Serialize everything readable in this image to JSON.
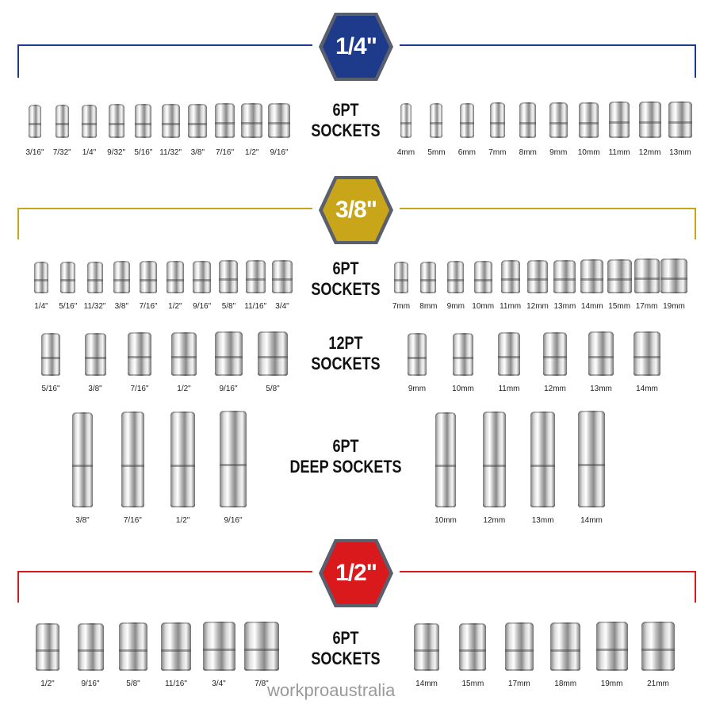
{
  "sections": [
    {
      "drive": "1/4\"",
      "color": "#1e3a8a",
      "groups": [
        {
          "label": "6PT\nSOCKETS",
          "left": [
            "3/16\"",
            "7/32\"",
            "1/4\"",
            "9/32\"",
            "5/16\"",
            "11/32\"",
            "3/8\"",
            "7/16\"",
            "1/2\"",
            "9/16\""
          ],
          "right": [
            "4mm",
            "5mm",
            "6mm",
            "7mm",
            "8mm",
            "9mm",
            "10mm",
            "11mm",
            "12mm",
            "13mm"
          ]
        }
      ]
    },
    {
      "drive": "3/8\"",
      "color": "#c9a51a",
      "groups": [
        {
          "label": "6PT\nSOCKETS",
          "left": [
            "1/4\"",
            "5/16\"",
            "11/32\"",
            "3/8\"",
            "7/16\"",
            "1/2\"",
            "9/16\"",
            "5/8\"",
            "11/16\"",
            "3/4\""
          ],
          "right": [
            "7mm",
            "8mm",
            "9mm",
            "10mm",
            "11mm",
            "12mm",
            "13mm",
            "14mm",
            "15mm",
            "17mm",
            "19mm"
          ]
        },
        {
          "label": "12PT\nSOCKETS",
          "left": [
            "5/16\"",
            "3/8\"",
            "7/16\"",
            "1/2\"",
            "9/16\"",
            "5/8\""
          ],
          "right": [
            "9mm",
            "10mm",
            "11mm",
            "12mm",
            "13mm",
            "14mm"
          ]
        },
        {
          "label": "6PT\nDEEP SOCKETS",
          "left": [
            "3/8\"",
            "7/16\"",
            "1/2\"",
            "9/16\""
          ],
          "right": [
            "10mm",
            "12mm",
            "13mm",
            "14mm"
          ]
        }
      ]
    },
    {
      "drive": "1/2\"",
      "color": "#d9191c",
      "groups": [
        {
          "label": "6PT\nSOCKETS",
          "left": [
            "1/2\"",
            "9/16\"",
            "5/8\"",
            "11/16\"",
            "3/4\"",
            "7/8\""
          ],
          "right": [
            "14mm",
            "15mm",
            "17mm",
            "18mm",
            "19mm",
            "21mm"
          ]
        }
      ]
    }
  ],
  "watermark": "workproaustralia"
}
